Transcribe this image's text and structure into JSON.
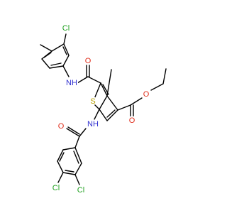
{
  "structure": {
    "labels": {
      "cl_upper": "Cl",
      "nh_upper": "NH",
      "o_upper_amide": "O",
      "s_ring": "S",
      "o_ester_carbonyl": "O",
      "o_ester_ether": "O",
      "nh_lower": "NH",
      "o_lower_amide": "O",
      "cl_lower_left": "Cl",
      "cl_lower_right": "Cl"
    },
    "colors": {
      "bond": "#000000",
      "chlorine": "#1fa01f",
      "nitrogen": "#3030d0",
      "oxygen": "#e0301e",
      "sulfur": "#b8a000"
    }
  }
}
